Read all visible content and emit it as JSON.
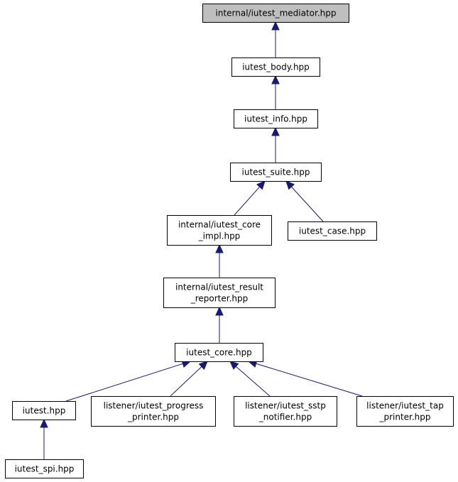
{
  "nodes": {
    "mediator": [
      "internal/iutest_mediator.hpp"
    ],
    "body": [
      "iutest_body.hpp"
    ],
    "info": [
      "iutest_info.hpp"
    ],
    "suite": [
      "iutest_suite.hpp"
    ],
    "core_impl": [
      "internal/iutest_core",
      "_impl.hpp"
    ],
    "case": [
      "iutest_case.hpp"
    ],
    "result_reporter": [
      "internal/iutest_result",
      "_reporter.hpp"
    ],
    "core": [
      "iutest_core.hpp"
    ],
    "iutest": [
      "iutest.hpp"
    ],
    "progress_printer": [
      "listener/iutest_progress",
      "_printer.hpp"
    ],
    "sstp_notifier": [
      "listener/iutest_sstp",
      "_notifier.hpp"
    ],
    "tap_printer": [
      "listener/iutest_tap",
      "_printer.hpp"
    ],
    "spi": [
      "iutest_spi.hpp"
    ]
  },
  "edges": [
    {
      "from": "body",
      "to": "mediator"
    },
    {
      "from": "info",
      "to": "body"
    },
    {
      "from": "suite",
      "to": "info"
    },
    {
      "from": "core_impl",
      "to": "suite"
    },
    {
      "from": "case",
      "to": "suite"
    },
    {
      "from": "result_reporter",
      "to": "core_impl"
    },
    {
      "from": "core",
      "to": "result_reporter"
    },
    {
      "from": "iutest",
      "to": "core"
    },
    {
      "from": "progress_printer",
      "to": "core"
    },
    {
      "from": "sstp_notifier",
      "to": "core"
    },
    {
      "from": "tap_printer",
      "to": "core"
    },
    {
      "from": "spi",
      "to": "iutest"
    }
  ],
  "colors": {
    "edge": "#191970",
    "root_fill": "#bfbfbf",
    "node_fill": "#ffffff",
    "node_border": "#000000"
  }
}
